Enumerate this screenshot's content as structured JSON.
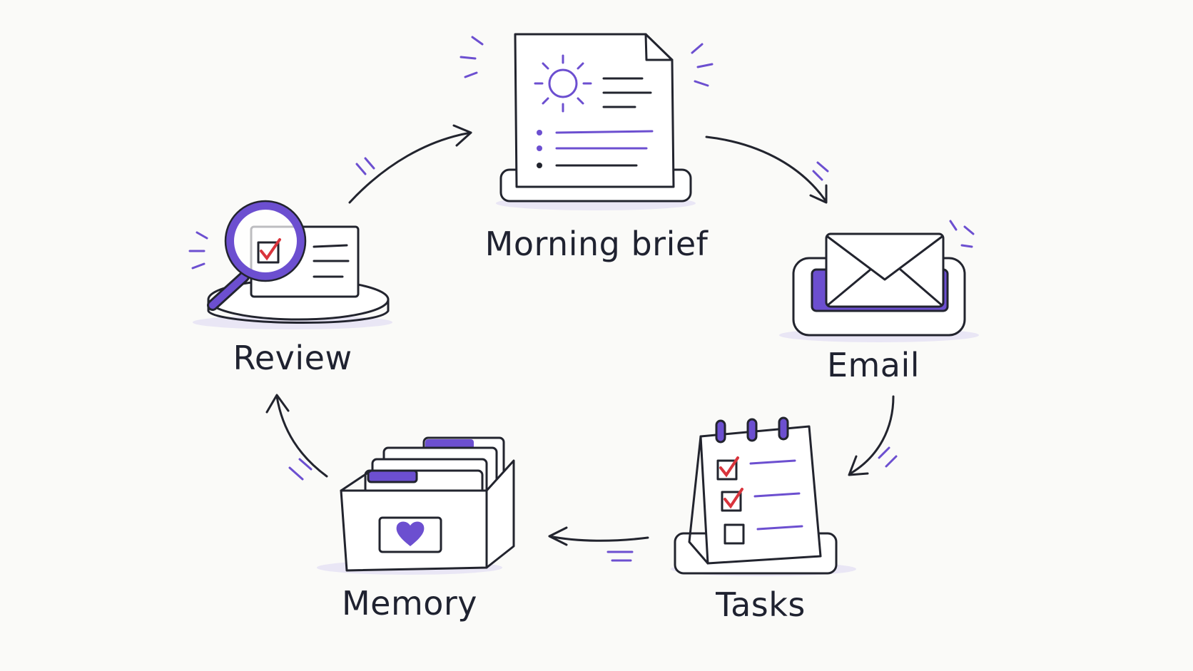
{
  "diagram": {
    "type": "cycle",
    "nodes": [
      {
        "id": "morning-brief",
        "label": "Morning brief",
        "icon": "document-sun-icon"
      },
      {
        "id": "email",
        "label": "Email",
        "icon": "envelope-tray-icon"
      },
      {
        "id": "tasks",
        "label": "Tasks",
        "icon": "checklist-calendar-icon"
      },
      {
        "id": "memory",
        "label": "Memory",
        "icon": "card-box-heart-icon"
      },
      {
        "id": "review",
        "label": "Review",
        "icon": "magnifier-check-icon"
      }
    ],
    "edges": [
      {
        "from": "morning-brief",
        "to": "email"
      },
      {
        "from": "email",
        "to": "tasks"
      },
      {
        "from": "tasks",
        "to": "memory"
      },
      {
        "from": "memory",
        "to": "review"
      },
      {
        "from": "review",
        "to": "morning-brief"
      }
    ]
  },
  "colors": {
    "background": "#fafaf8",
    "ink": "#22242e",
    "accent": "#6c4fd0",
    "accent_soft": "#c9bff0",
    "check": "#d9343c"
  }
}
